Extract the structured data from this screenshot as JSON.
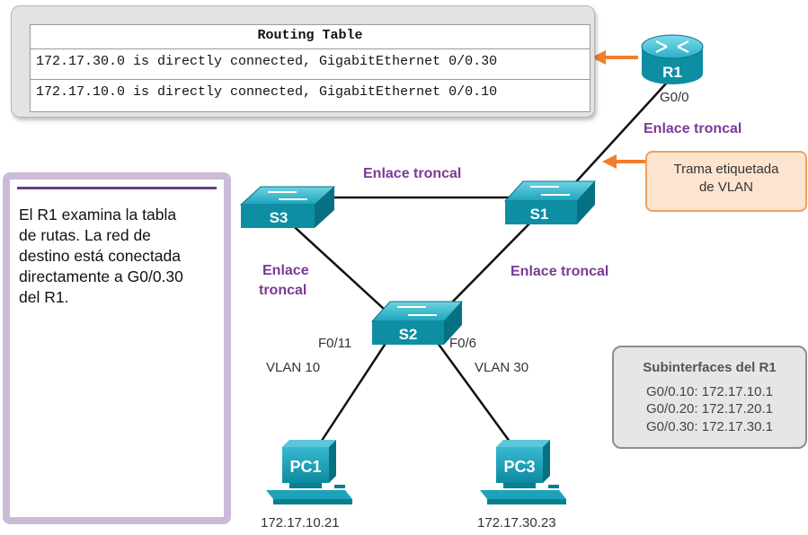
{
  "routing_table": {
    "title": "Routing Table",
    "rows": [
      "172.17.30.0 is directly connected, GigabitEthernet 0/0.30",
      "172.17.10.0 is directly connected, GigabitEthernet 0/0.10"
    ]
  },
  "explanation": {
    "lines": [
      "El R1 examina la tabla",
      "de rutas. La red de",
      "destino está conectada",
      "directamente a G0/0.30",
      "del R1."
    ]
  },
  "devices": {
    "r1": "R1",
    "r1_port": "G0/0",
    "s1": "S1",
    "s2": "S2",
    "s3": "S3",
    "pc1": "PC1",
    "pc3": "PC3",
    "pc1_ip": "172.17.10.21",
    "pc3_ip": "172.17.30.23"
  },
  "links": {
    "trunk_r1_s1": "Enlace troncal",
    "trunk_s3_s1": "Enlace troncal",
    "trunk_s1_s2": "Enlace troncal",
    "trunk_s3_s2_line1": "Enlace",
    "trunk_s3_s2_line2": "troncal",
    "s2_port_left": "F0/11",
    "s2_vlan_left": "VLAN 10",
    "s2_port_right": "F0/6",
    "s2_vlan_right": "VLAN 30"
  },
  "frame_callout": {
    "line1": "Trama etiquetada",
    "line2": "de VLAN"
  },
  "subinterfaces": {
    "title": "Subinterfaces del R1",
    "rows": [
      "G0/0.10: 172.17.10.1",
      "G0/0.20: 172.17.20.1",
      "G0/0.30: 172.17.30.1"
    ]
  },
  "colors": {
    "trunk_label": "#7a3a96",
    "switch_body": "#0d8ea3",
    "router_body": "#0d8ea3",
    "pc_body": "#0d8ea3",
    "arrow": "#ef7f2d",
    "callout_fill": "#fde4cf",
    "explanation_border": "#cdbad9"
  }
}
